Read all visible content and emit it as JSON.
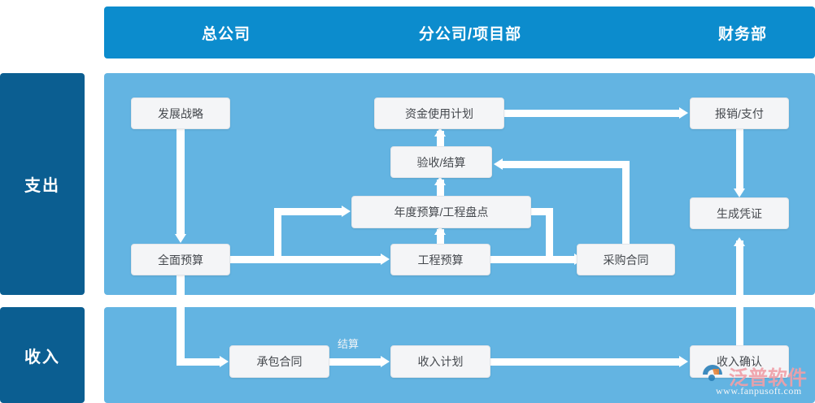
{
  "header": {
    "columns": [
      {
        "label": "总公司"
      },
      {
        "label": "分公司/项目部"
      },
      {
        "label": "财务部"
      }
    ],
    "background": "#0c8ccd"
  },
  "sidebar": {
    "items": [
      {
        "label": "支出"
      },
      {
        "label": "收入"
      }
    ],
    "background": "#0b5e91"
  },
  "panels": {
    "expense_bg": "#63b4e2",
    "income_bg": "#63b4e2"
  },
  "chart_data": {
    "type": "diagram",
    "title": "",
    "nodes": [
      {
        "id": "fazhan",
        "label": "发展战略",
        "lane": "总公司",
        "row": "支出"
      },
      {
        "id": "quanmian",
        "label": "全面预算",
        "lane": "总公司",
        "row": "支出"
      },
      {
        "id": "zijin",
        "label": "资金使用计划",
        "lane": "分公司/项目部",
        "row": "支出"
      },
      {
        "id": "yanshou",
        "label": "验收/结算",
        "lane": "分公司/项目部",
        "row": "支出"
      },
      {
        "id": "niandu",
        "label": "年度预算/工程盘点",
        "lane": "分公司/项目部",
        "row": "支出"
      },
      {
        "id": "gongcheng",
        "label": "工程预算",
        "lane": "分公司/项目部",
        "row": "支出"
      },
      {
        "id": "caigou",
        "label": "采购合同",
        "lane": "分公司/项目部",
        "row": "支出"
      },
      {
        "id": "baoxiao",
        "label": "报销/支付",
        "lane": "财务部",
        "row": "支出"
      },
      {
        "id": "shengcheng",
        "label": "生成凭证",
        "lane": "财务部",
        "row": "支出"
      },
      {
        "id": "chengbao",
        "label": "承包合同",
        "lane": "总公司",
        "row": "收入"
      },
      {
        "id": "shouruji",
        "label": "收入计划",
        "lane": "分公司/项目部",
        "row": "收入"
      },
      {
        "id": "shouruqr",
        "label": "收入确认",
        "lane": "财务部",
        "row": "收入"
      }
    ],
    "edges": [
      {
        "from": "fazhan",
        "to": "quanmian",
        "label": ""
      },
      {
        "from": "quanmian",
        "to": "niandu",
        "label": ""
      },
      {
        "from": "quanmian",
        "to": "gongcheng",
        "label": ""
      },
      {
        "from": "quanmian",
        "to": "chengbao",
        "label": ""
      },
      {
        "from": "gongcheng",
        "to": "niandu",
        "label": ""
      },
      {
        "from": "niandu",
        "to": "yanshou",
        "label": ""
      },
      {
        "from": "yanshou",
        "to": "zijin",
        "label": ""
      },
      {
        "from": "zijin",
        "to": "baoxiao",
        "label": ""
      },
      {
        "from": "niandu",
        "to": "caigou",
        "label": ""
      },
      {
        "from": "gongcheng",
        "to": "caigou",
        "label": ""
      },
      {
        "from": "caigou",
        "to": "yanshou",
        "label": ""
      },
      {
        "from": "baoxiao",
        "to": "shengcheng",
        "label": ""
      },
      {
        "from": "shouruqr",
        "to": "shengcheng",
        "label": ""
      },
      {
        "from": "chengbao",
        "to": "shouruji",
        "label": "结算"
      },
      {
        "from": "shouruji",
        "to": "shouruqr",
        "label": ""
      }
    ],
    "edge_labels": [
      {
        "text": "结算"
      }
    ],
    "node_fill": "#f4f5f7",
    "node_text": "#44484d",
    "connector_color": "#ffffff"
  },
  "watermark": {
    "brand": "泛普软件",
    "url": "www.fanpusoft.com"
  }
}
